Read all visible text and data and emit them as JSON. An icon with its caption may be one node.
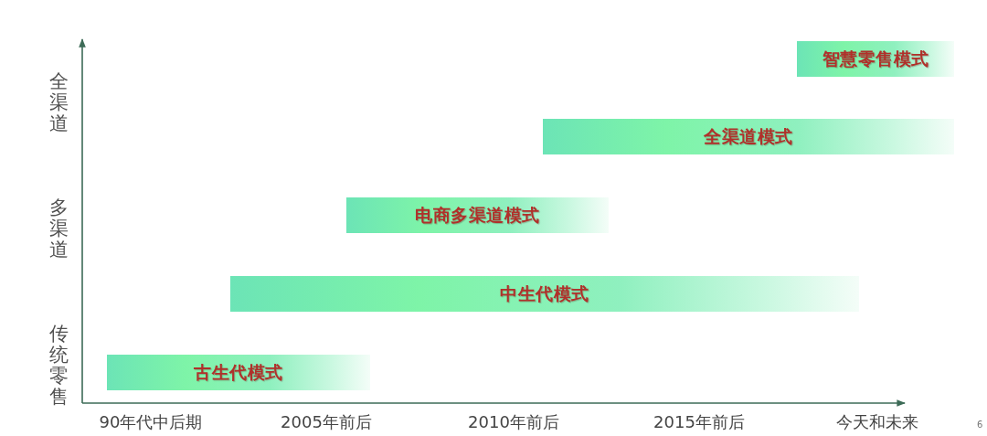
{
  "diagram": {
    "nodes": [
      {
        "text": [
          "智慧零售模式"
        ]
      },
      {
        "text": [
          "全渠道模式"
        ]
      },
      {
        "text": [
          "电商多渠道模式"
        ]
      },
      {
        "text": [
          "中生代模式"
        ]
      },
      {
        "text": [
          "古生代模式"
        ]
      }
    ],
    "edges": [],
    "labels": [
      "全渠道",
      "多渠道",
      "传统零售",
      "90年代中后期",
      "2005年前后",
      "2010年前后",
      "2015年前后",
      "今天和未来",
      "6"
    ]
  }
}
